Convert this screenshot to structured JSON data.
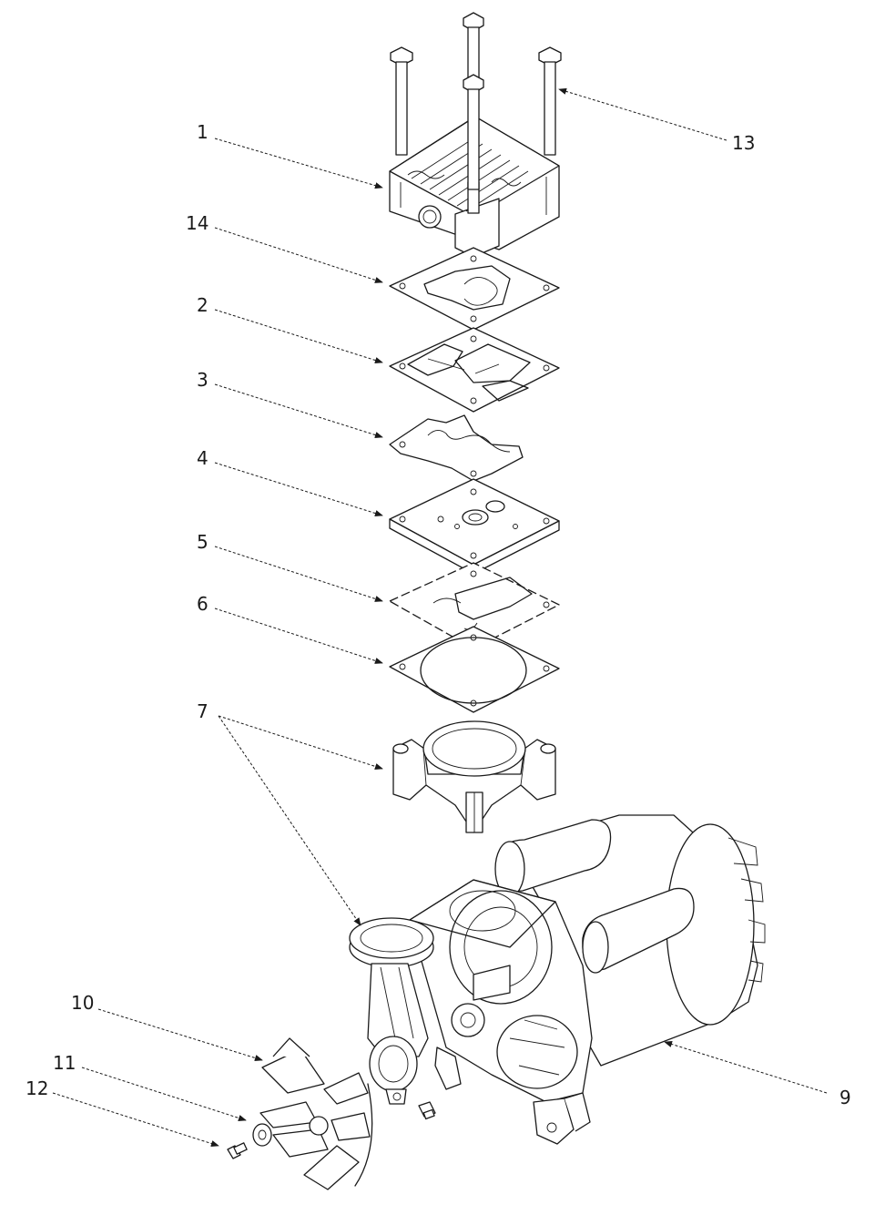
{
  "callouts": {
    "c1": "1",
    "c2": "2",
    "c3": "3",
    "c4": "4",
    "c5": "5",
    "c6": "6",
    "c7": "7",
    "c9": "9",
    "c10": "10",
    "c11": "11",
    "c12": "12",
    "c13": "13",
    "c14": "14"
  },
  "colors": {
    "ink": "#1a1a1a",
    "paper": "#ffffff"
  }
}
